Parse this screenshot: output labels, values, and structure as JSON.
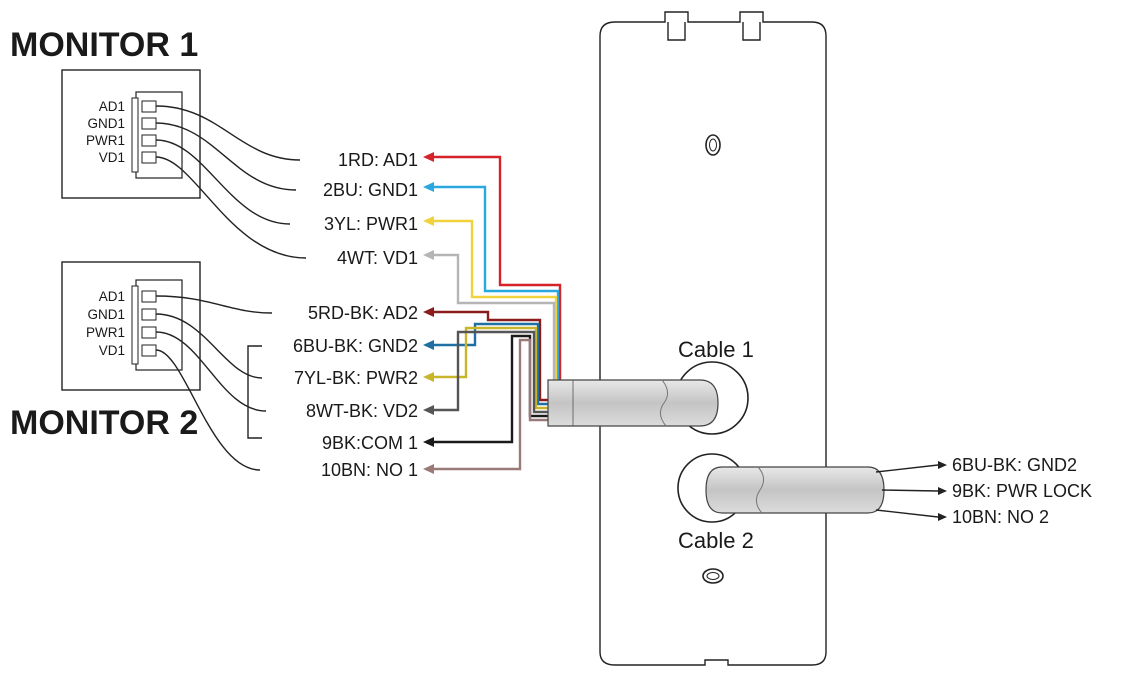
{
  "monitor1": {
    "title": "MONITOR 1",
    "pins": [
      "AD1",
      "GND1",
      "PWR1",
      "VD1"
    ]
  },
  "monitor2": {
    "title": "MONITOR 2",
    "pins": [
      "AD1",
      "GND1",
      "PWR1",
      "VD1"
    ]
  },
  "cable1": {
    "label": "Cable 1",
    "wires": [
      {
        "label": "1RD: AD1",
        "color": "#d6232a"
      },
      {
        "label": "2BU: GND1",
        "color": "#29a8df"
      },
      {
        "label": "3YL: PWR1",
        "color": "#f2d23c"
      },
      {
        "label": "4WT: VD1",
        "color": "#b5b5b5"
      },
      {
        "label": "5RD-BK: AD2",
        "color": "#8c1c1c"
      },
      {
        "label": "6BU-BK: GND2",
        "color": "#1f6fa3"
      },
      {
        "label": "7YL-BK: PWR2",
        "color": "#c9b52a"
      },
      {
        "label": "8WT-BK: VD2",
        "color": "#555555"
      },
      {
        "label": "9BK:COM 1",
        "color": "#1a1a1a"
      },
      {
        "label": "10BN: NO 1",
        "color": "#9a7a78"
      }
    ]
  },
  "cable2": {
    "label": "Cable 2",
    "wires": [
      {
        "label": "6BU-BK: GND2"
      },
      {
        "label": "9BK: PWR LOCK"
      },
      {
        "label": "10BN: NO 2"
      }
    ]
  }
}
